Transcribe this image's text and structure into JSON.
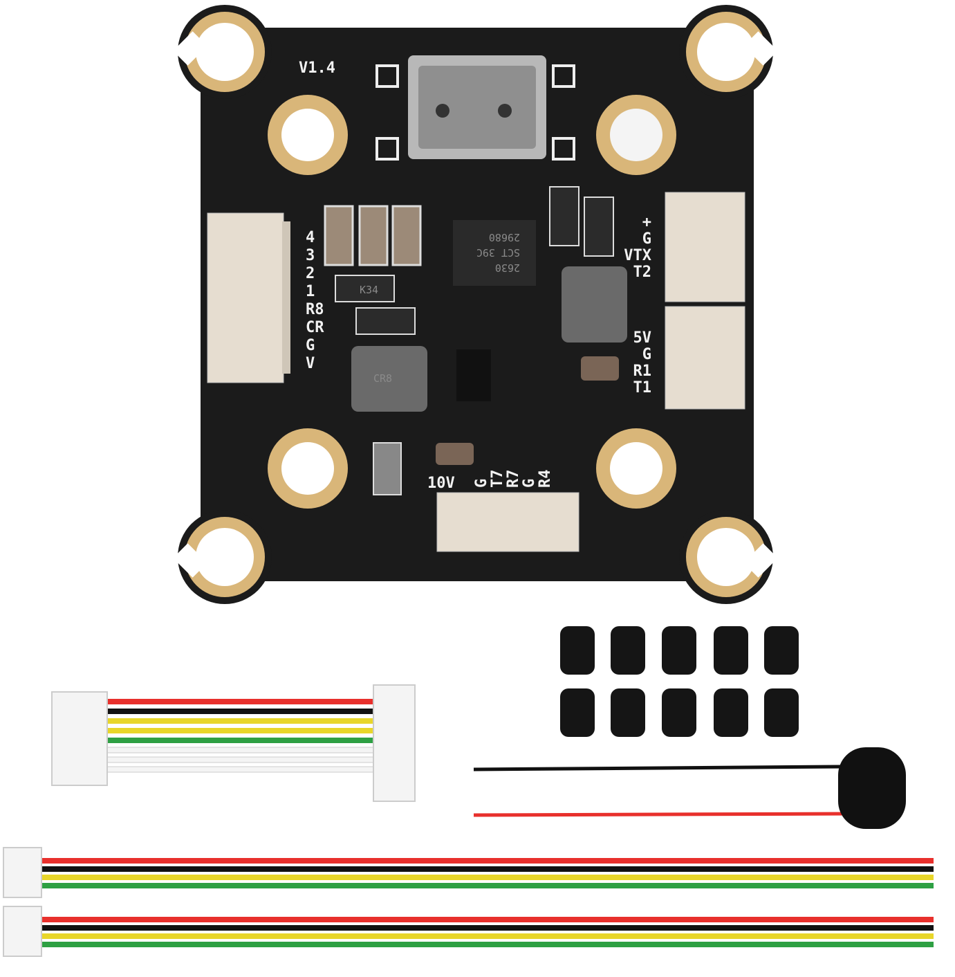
{
  "board": {
    "version": "V1.4",
    "left_pads": [
      "4",
      "3",
      "2",
      "1",
      "R8",
      "CR",
      "G",
      "V"
    ],
    "right_top_pads": [
      "+",
      "G",
      "VTX",
      "T2"
    ],
    "right_bottom_pads": [
      "5V",
      "G",
      "R1",
      "T1"
    ],
    "bottom_pads": [
      "G",
      "T7",
      "R7",
      "G",
      "R4"
    ],
    "cap_label": "10V",
    "main_chip": [
      "2630",
      "SCT 39C",
      "29680"
    ],
    "inductor_label": "CR8",
    "diode_label": "K34"
  },
  "colors": {
    "pcb": "#1b1b1b",
    "gold": "#d9b679",
    "connector": "#e6ddd0",
    "red": "#e8302c",
    "yellow": "#e8d62a",
    "green": "#2ea043",
    "black": "#111111",
    "white": "#f4f4f4"
  }
}
